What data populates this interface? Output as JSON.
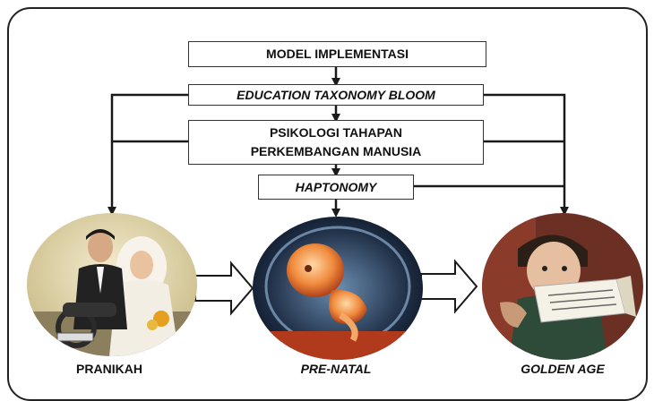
{
  "boxes": {
    "model": "MODEL IMPLEMENTASI",
    "education": "EDUCATION TAXONOMY BLOOM",
    "psikologi_line1": "PSIKOLOGI TAHAPAN",
    "psikologi_line2": "PERKEMBANGAN MANUSIA",
    "haptonomy": "HAPTONOMY"
  },
  "stages": [
    {
      "label": "PRANIKAH",
      "image": "wedding-couple-motorcycle-photo"
    },
    {
      "label": "PRE-NATAL",
      "image": "fetus-in-womb-photo"
    },
    {
      "label": "GOLDEN AGE",
      "image": "child-reading-quran-photo"
    }
  ],
  "colors": {
    "line": "#1a1a1a",
    "box_border": "#333333"
  }
}
